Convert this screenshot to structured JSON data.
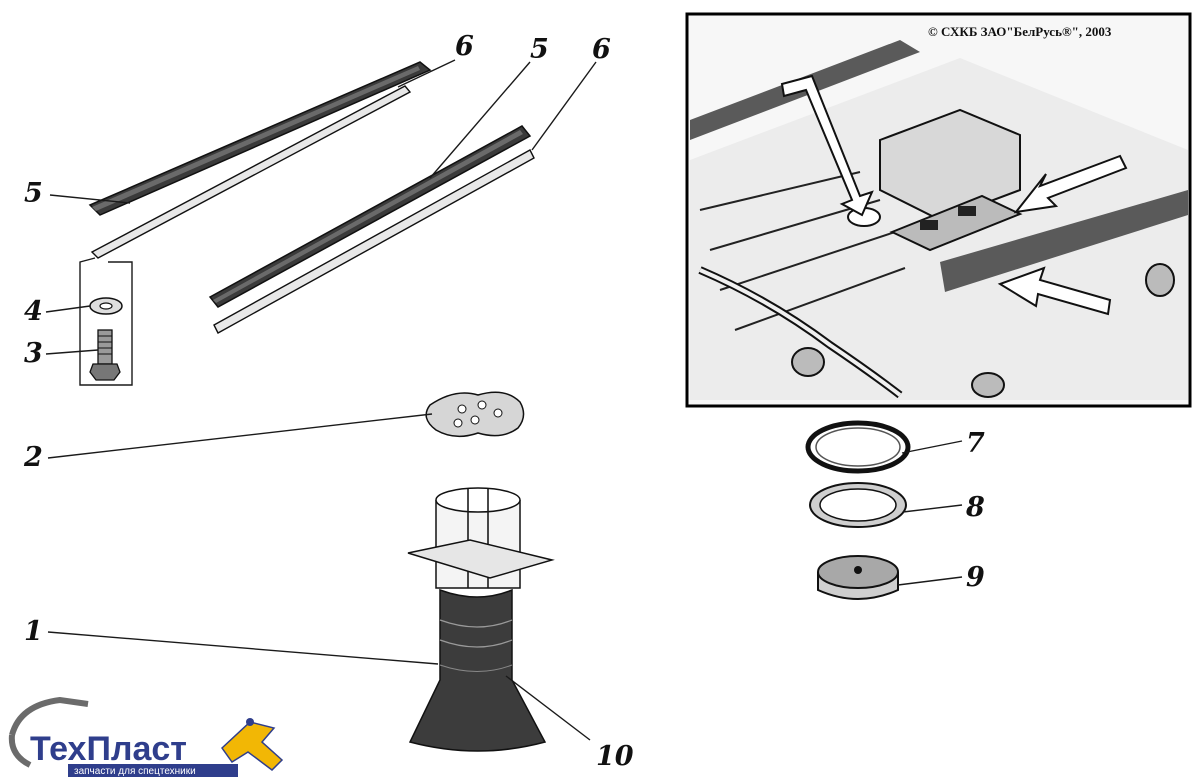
{
  "copyright": "© СХКБ ЗАО\"БелРусь®\", 2003",
  "callouts": {
    "c1": "1",
    "c2": "2",
    "c3": "3",
    "c4": "4",
    "c5a": "5",
    "c5b": "5",
    "c6a": "6",
    "c6b": "6",
    "c7": "7",
    "c8": "8",
    "c9": "9",
    "c10": "10"
  },
  "logo": {
    "name": "ТехПласт",
    "tagline": "запчасти для спецтехники",
    "colors": {
      "text": "#2f3e8c",
      "accent": "#f2b705",
      "ring": "#6b6b6b"
    }
  }
}
